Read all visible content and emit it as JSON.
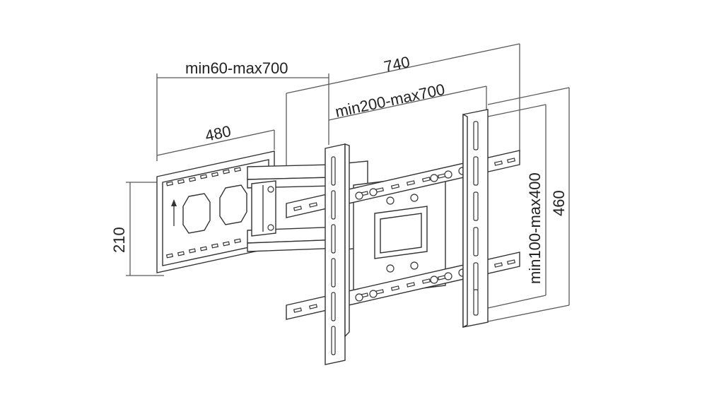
{
  "diagram": {
    "dimensions": {
      "wall_plate_range": "min60-max700",
      "overall_width": "740",
      "arm_extension_range": "min200-max700",
      "wall_plate_width": "480",
      "wall_plate_height": "210",
      "vertical_vesa_range": "min100-max400",
      "overall_height": "460"
    }
  }
}
